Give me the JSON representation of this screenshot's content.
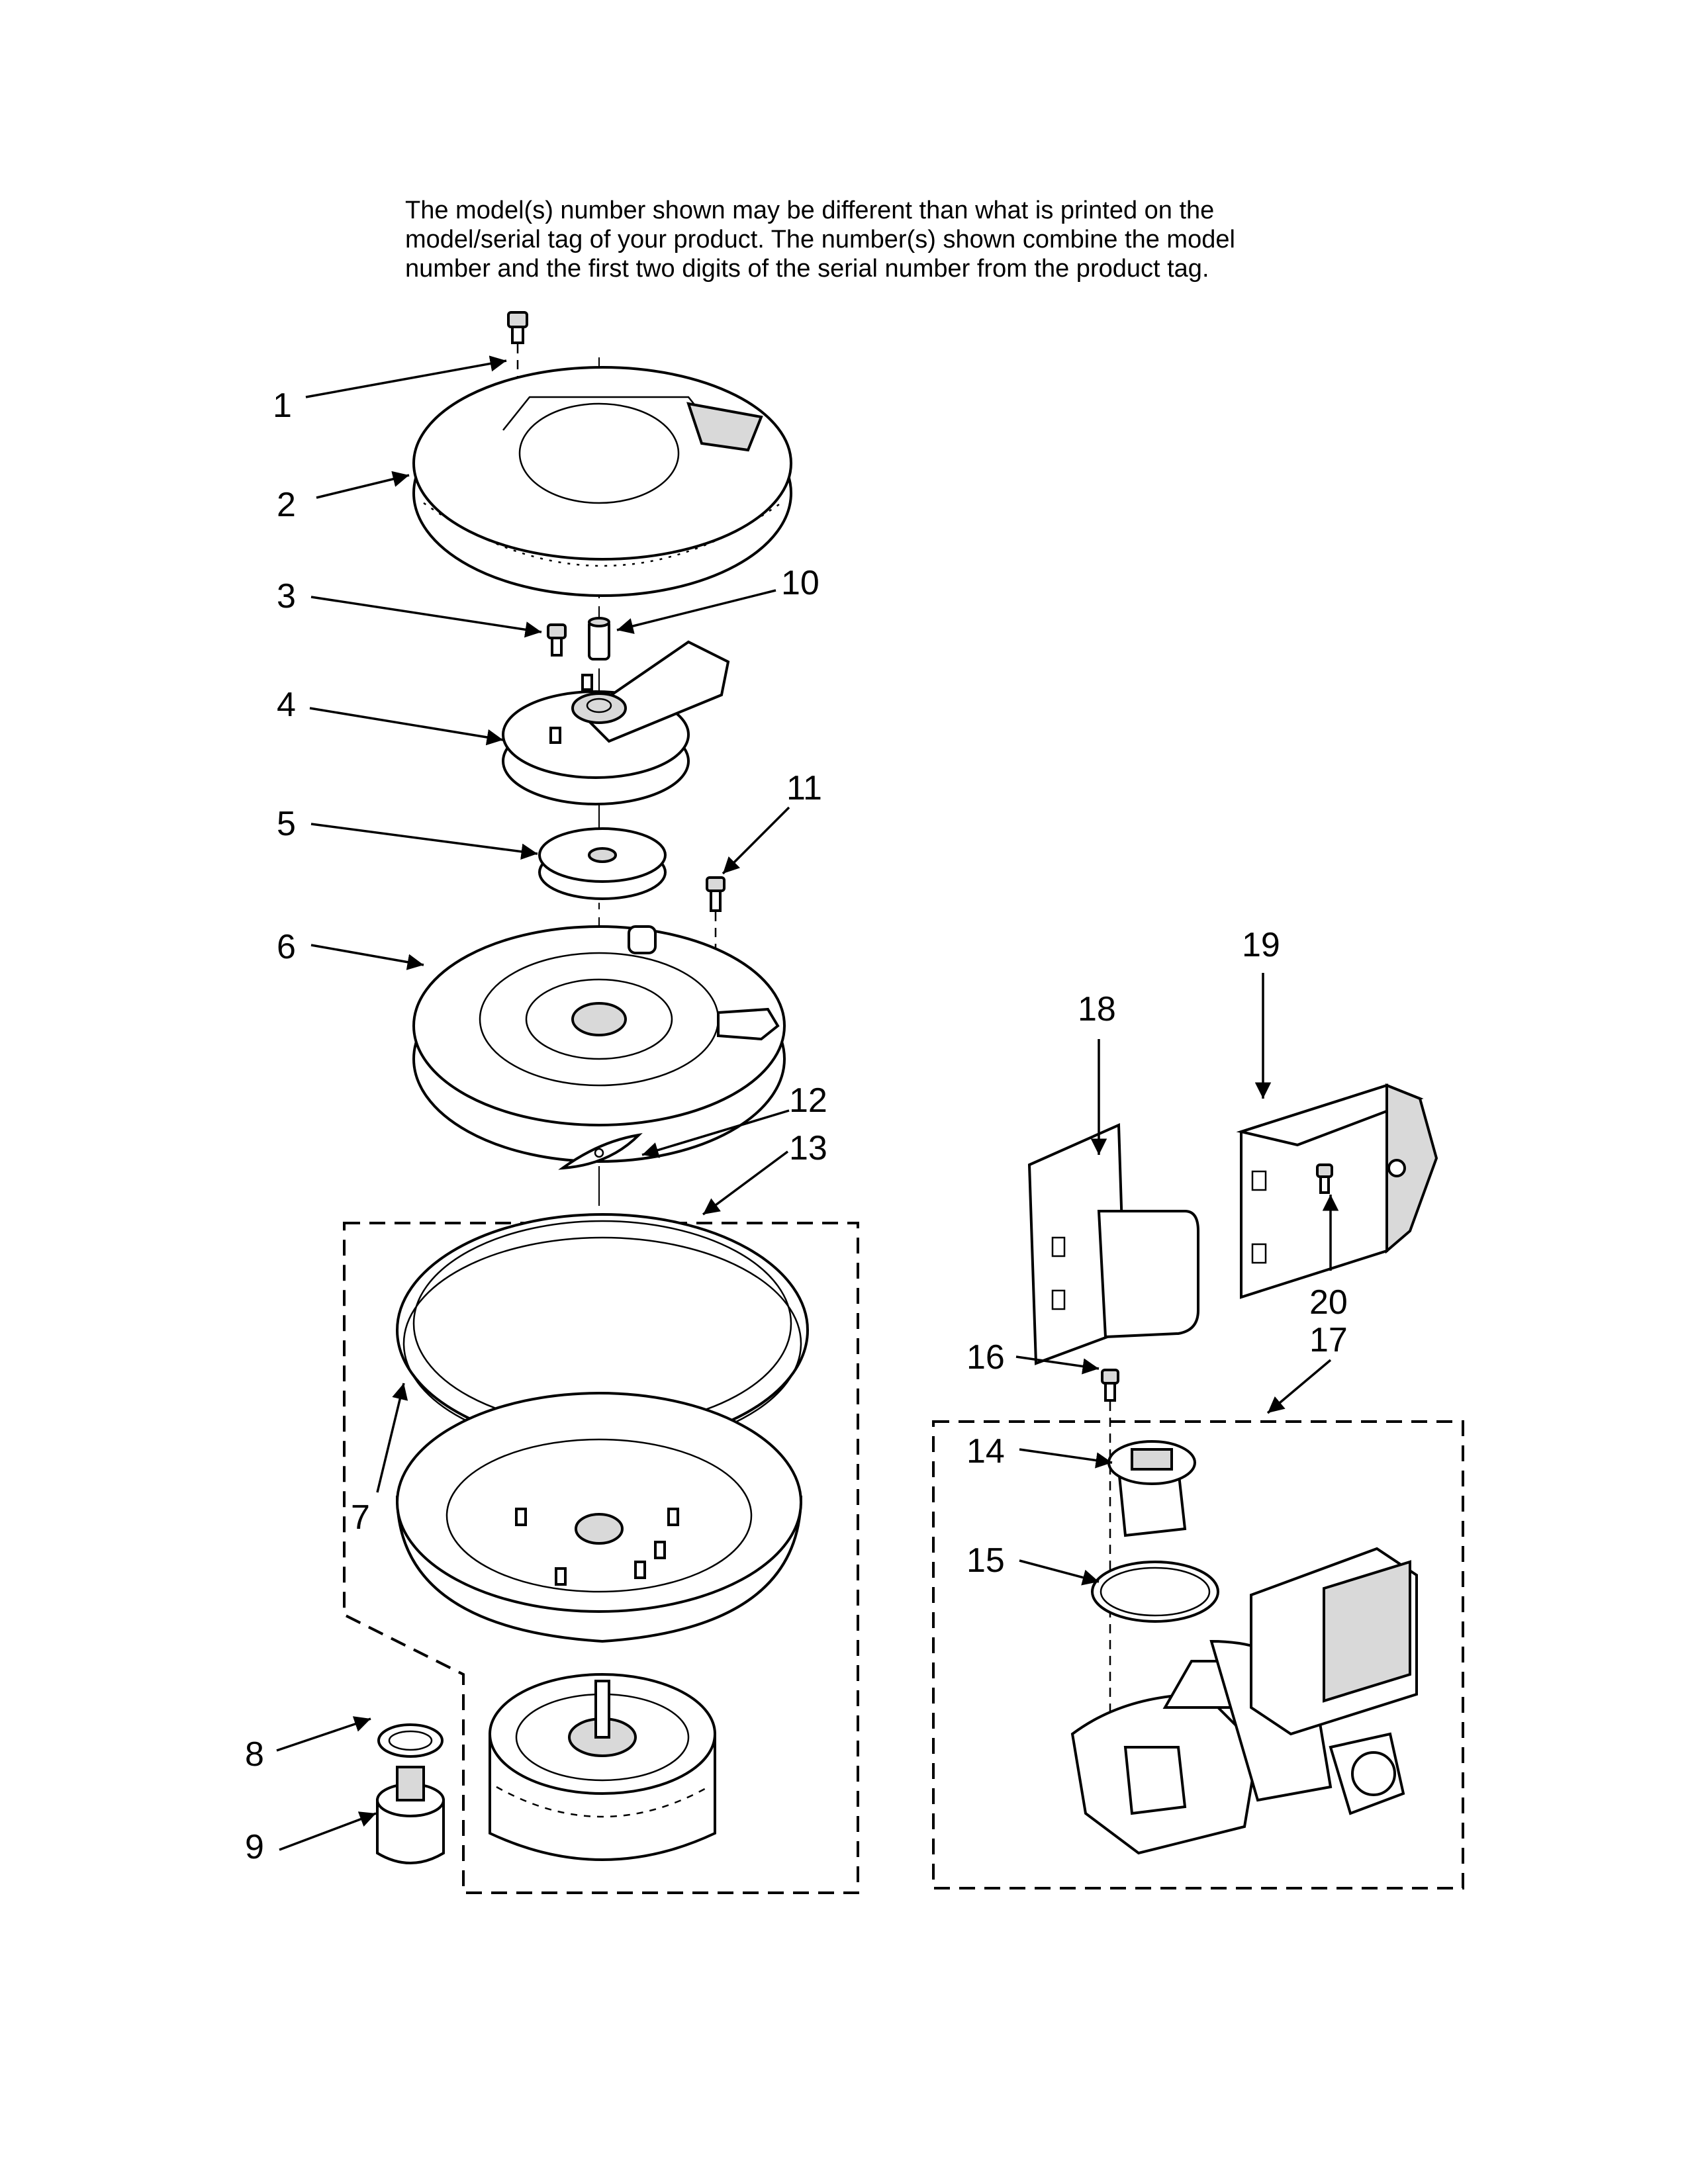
{
  "note": {
    "line1": "The model(s) number shown may be different than what is printed on the",
    "line2": "model/serial tag of your product. The number(s) shown combine the model",
    "line3": "number and the first two digits of the serial number from the product tag."
  },
  "callouts": {
    "c1": "1",
    "c2": "2",
    "c3": "3",
    "c4": "4",
    "c5": "5",
    "c6": "6",
    "c7": "7",
    "c8": "8",
    "c9": "9",
    "c10": "10",
    "c11": "11",
    "c12": "12",
    "c13": "13",
    "c14": "14",
    "c15": "15",
    "c16": "16",
    "c17": "17",
    "c18": "18",
    "c19": "19",
    "c20": "20"
  }
}
